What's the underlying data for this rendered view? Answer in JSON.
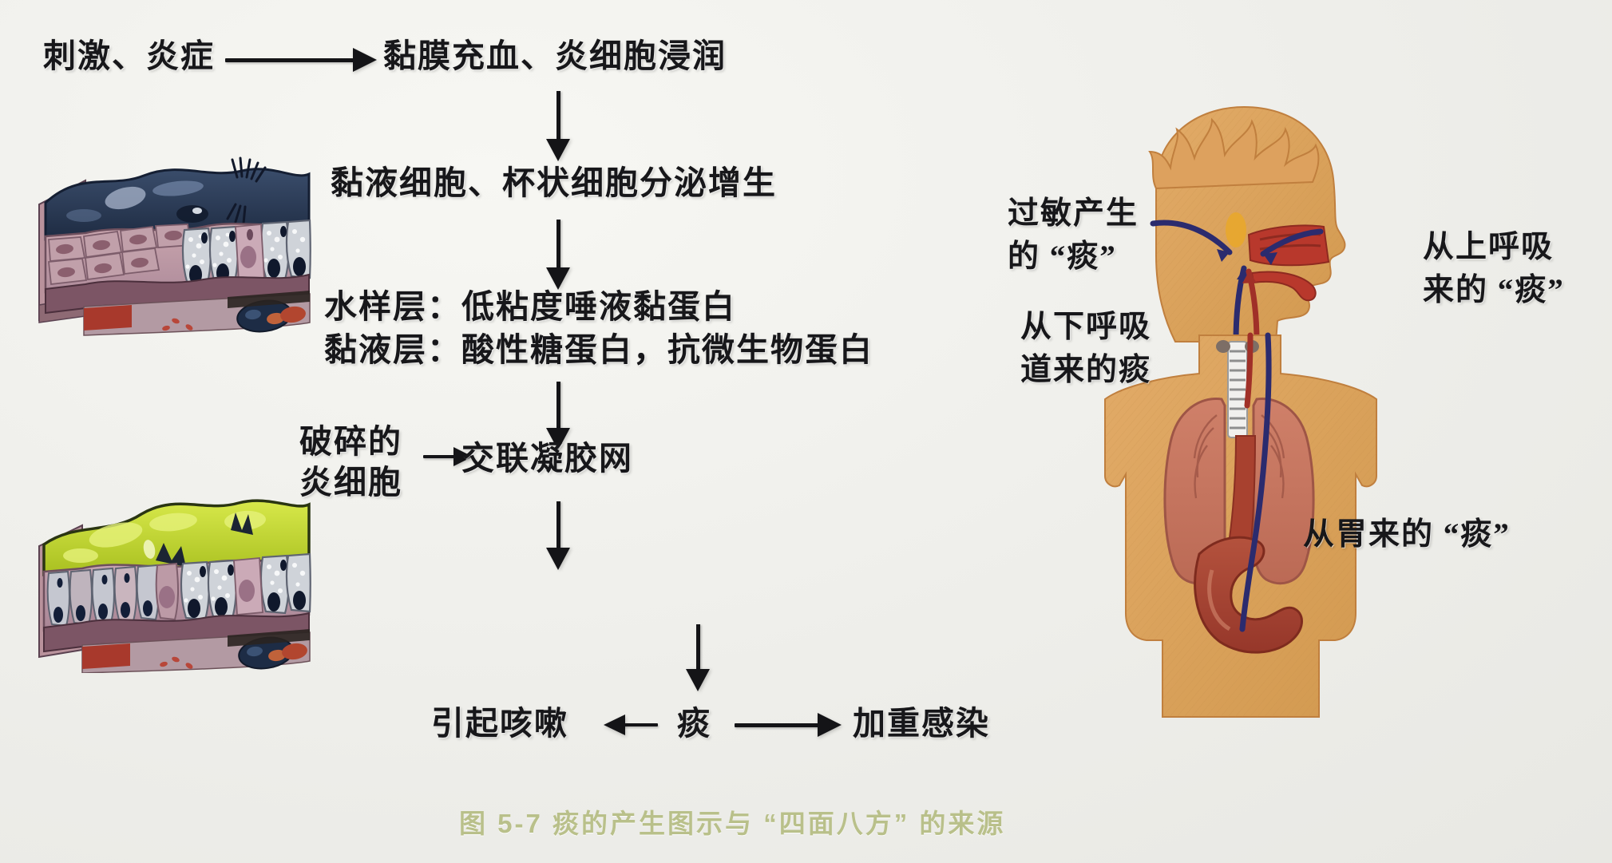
{
  "figure": {
    "caption": "图 5-7   痰的产生图示与 “四面八方” 的来源",
    "caption_color": "#b9c08a",
    "background_color": "#f2f2ee"
  },
  "flow": {
    "step1_left": "刺激、炎症",
    "step1_right": "黏膜充血、炎细胞浸润",
    "step2": "黏液细胞、杯状细胞分泌增生",
    "step3_line1": "水样层：低粘度唾液黏蛋白",
    "step3_line2": "黏液层：酸性糖蛋白，抗微生物蛋白",
    "step4_left_line1": "破碎的",
    "step4_left_line2": "炎细胞",
    "step4_right": "交联凝胶网",
    "step5_left": "引起咳嗽",
    "step5_center": "痰",
    "step5_right": "加重感染"
  },
  "body_labels": {
    "allergy_line1": "过敏产生",
    "allergy_line2": "的 “痰”",
    "lower_airway_line1": "从下呼吸",
    "lower_airway_line2": "道来的痰",
    "upper_airway_line1": "从上呼吸",
    "upper_airway_line2": "来的 “痰”",
    "stomach": "从胃来的 “痰”"
  },
  "illustrations": {
    "panel_top": "normal-respiratory-epithelium-with-mucus-layer",
    "panel_bottom": "inflamed-epithelium-with-purulent-mucus",
    "body": "child-body-respiratory-digestive-tract"
  },
  "colors": {
    "ink": "#17171a",
    "skin": "#dda15e",
    "skin_shadow": "#c98f4d",
    "lung": "#c97b62",
    "stomach": "#a8402f",
    "nasal_red": "#b8382c",
    "arrow_blue": "#2b2b6e",
    "arrow_red": "#a03028",
    "mucus_dark": "#2d3a52",
    "mucus_green": "#c2d63a",
    "epithelium_pink": "#c9a8b4",
    "goblet_gray": "#cfd2d8"
  }
}
